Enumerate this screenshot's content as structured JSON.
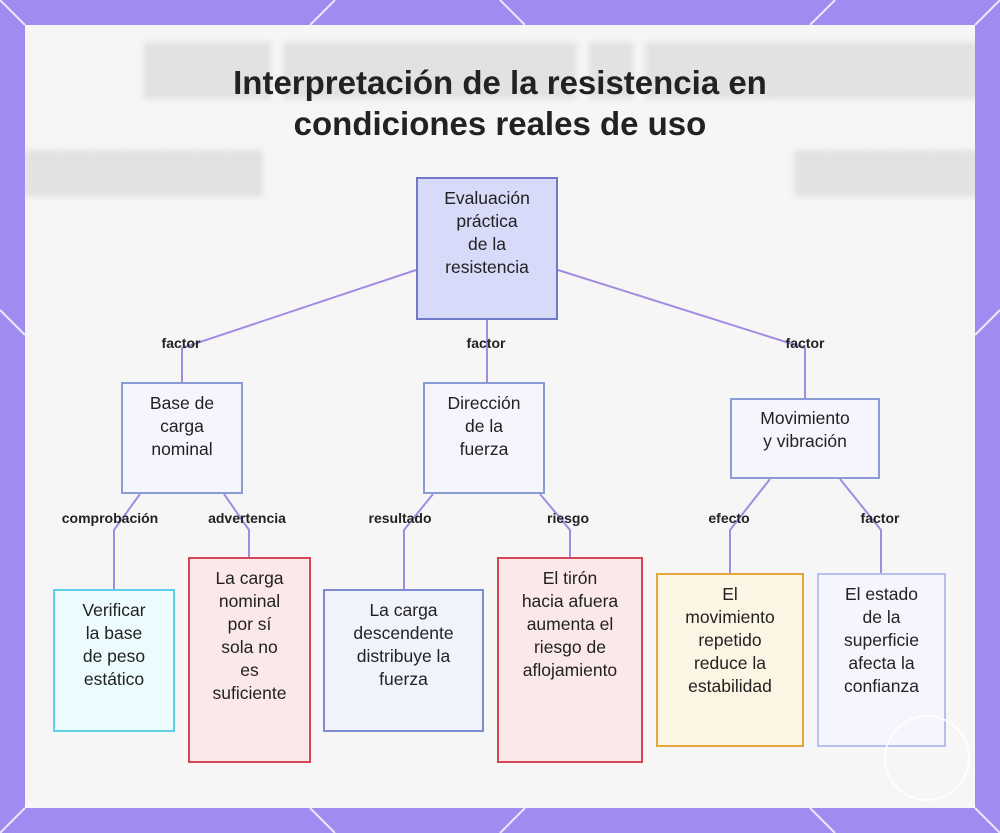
{
  "title": {
    "line1": "Interpretación de la resistencia en",
    "line2": "condiciones reales de uso"
  },
  "nodes": {
    "root": [
      "Evaluación",
      "práctica",
      "de la",
      "resistencia"
    ],
    "base": [
      "Base de",
      "carga",
      "nominal"
    ],
    "direction": [
      "Dirección",
      "de la",
      "fuerza"
    ],
    "movement": [
      "Movimiento",
      "y vibración"
    ],
    "verify": [
      "Verificar",
      "la base",
      "de peso",
      "estático"
    ],
    "nominal_warning": [
      "La carga",
      "nominal",
      "por sí",
      "sola no",
      "es",
      "suficiente"
    ],
    "downward": [
      "La carga",
      "descendente",
      "distribuye la",
      "fuerza"
    ],
    "pullout": [
      "El tirón",
      "hacia afuera",
      "aumenta el",
      "riesgo de",
      "aflojamiento"
    ],
    "repeated": [
      "El",
      "movimiento",
      "repetido",
      "reduce la",
      "estabilidad"
    ],
    "surface": [
      "El estado",
      "de la",
      "superficie",
      "afecta la",
      "confianza"
    ]
  },
  "edge_labels": {
    "factor_base": "factor",
    "factor_direction": "factor",
    "factor_movement": "factor",
    "comprobacion": "comprobación",
    "advertencia": "advertencia",
    "resultado": "resultado",
    "riesgo": "riesgo",
    "efecto": "efecto",
    "factor_surface": "factor"
  },
  "colors": {
    "frame": "#a08cf0",
    "edge": "#a58be0",
    "root_fill": "#d7daf8",
    "cyan_border": "#5fd0e6",
    "red_border": "#d4455a",
    "orange_border": "#e4a83a"
  }
}
